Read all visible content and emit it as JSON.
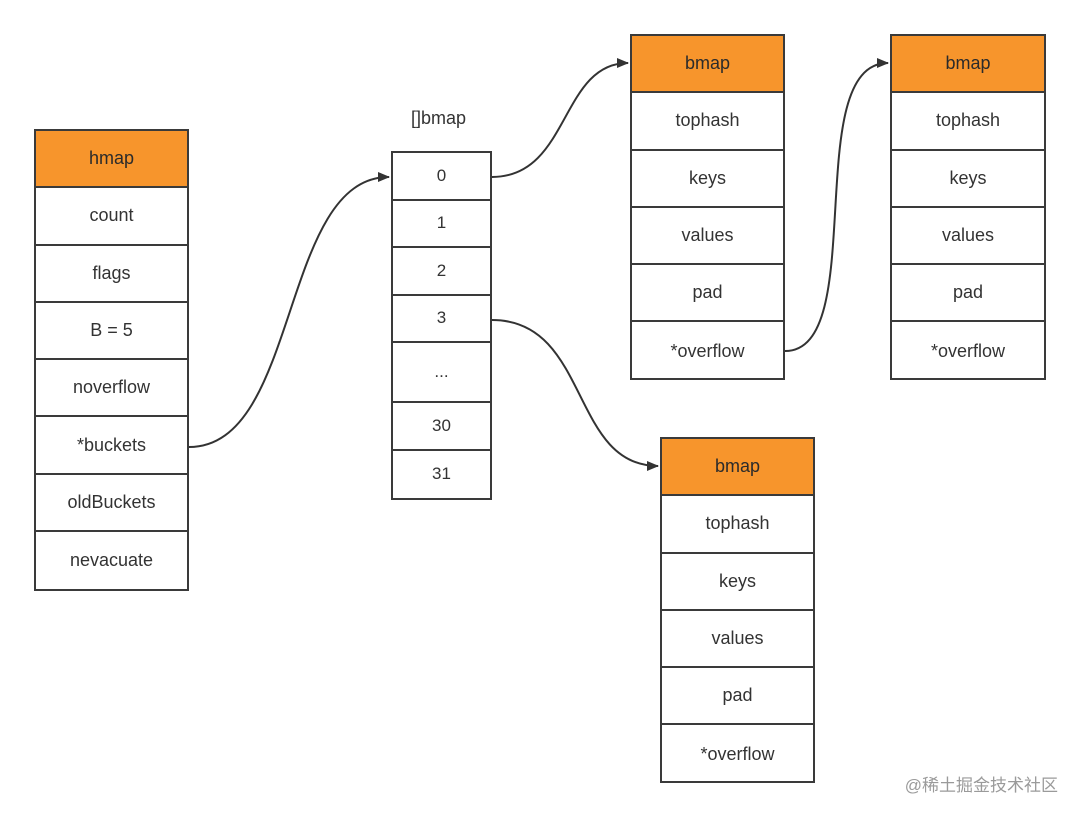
{
  "hmap": {
    "header": "hmap",
    "fields": [
      "count",
      "flags",
      "B = 5",
      "noverflow",
      "*buckets",
      "oldBuckets",
      "nevacuate"
    ]
  },
  "bucket_array": {
    "label": "[]bmap",
    "indices": [
      "0",
      "1",
      "2",
      "3",
      "...",
      "30",
      "31"
    ]
  },
  "bmap_0": {
    "header": "bmap",
    "fields": [
      "tophash",
      "keys",
      "values",
      "pad",
      "*overflow"
    ]
  },
  "bmap_overflow": {
    "header": "bmap",
    "fields": [
      "tophash",
      "keys",
      "values",
      "pad",
      "*overflow"
    ]
  },
  "bmap_3": {
    "header": "bmap",
    "fields": [
      "tophash",
      "keys",
      "values",
      "pad",
      "*overflow"
    ]
  },
  "watermark": "@稀土掘金技术社区",
  "colors": {
    "header_fill": "#f7952c",
    "border": "#3a3a3a",
    "arrow": "#333333"
  }
}
